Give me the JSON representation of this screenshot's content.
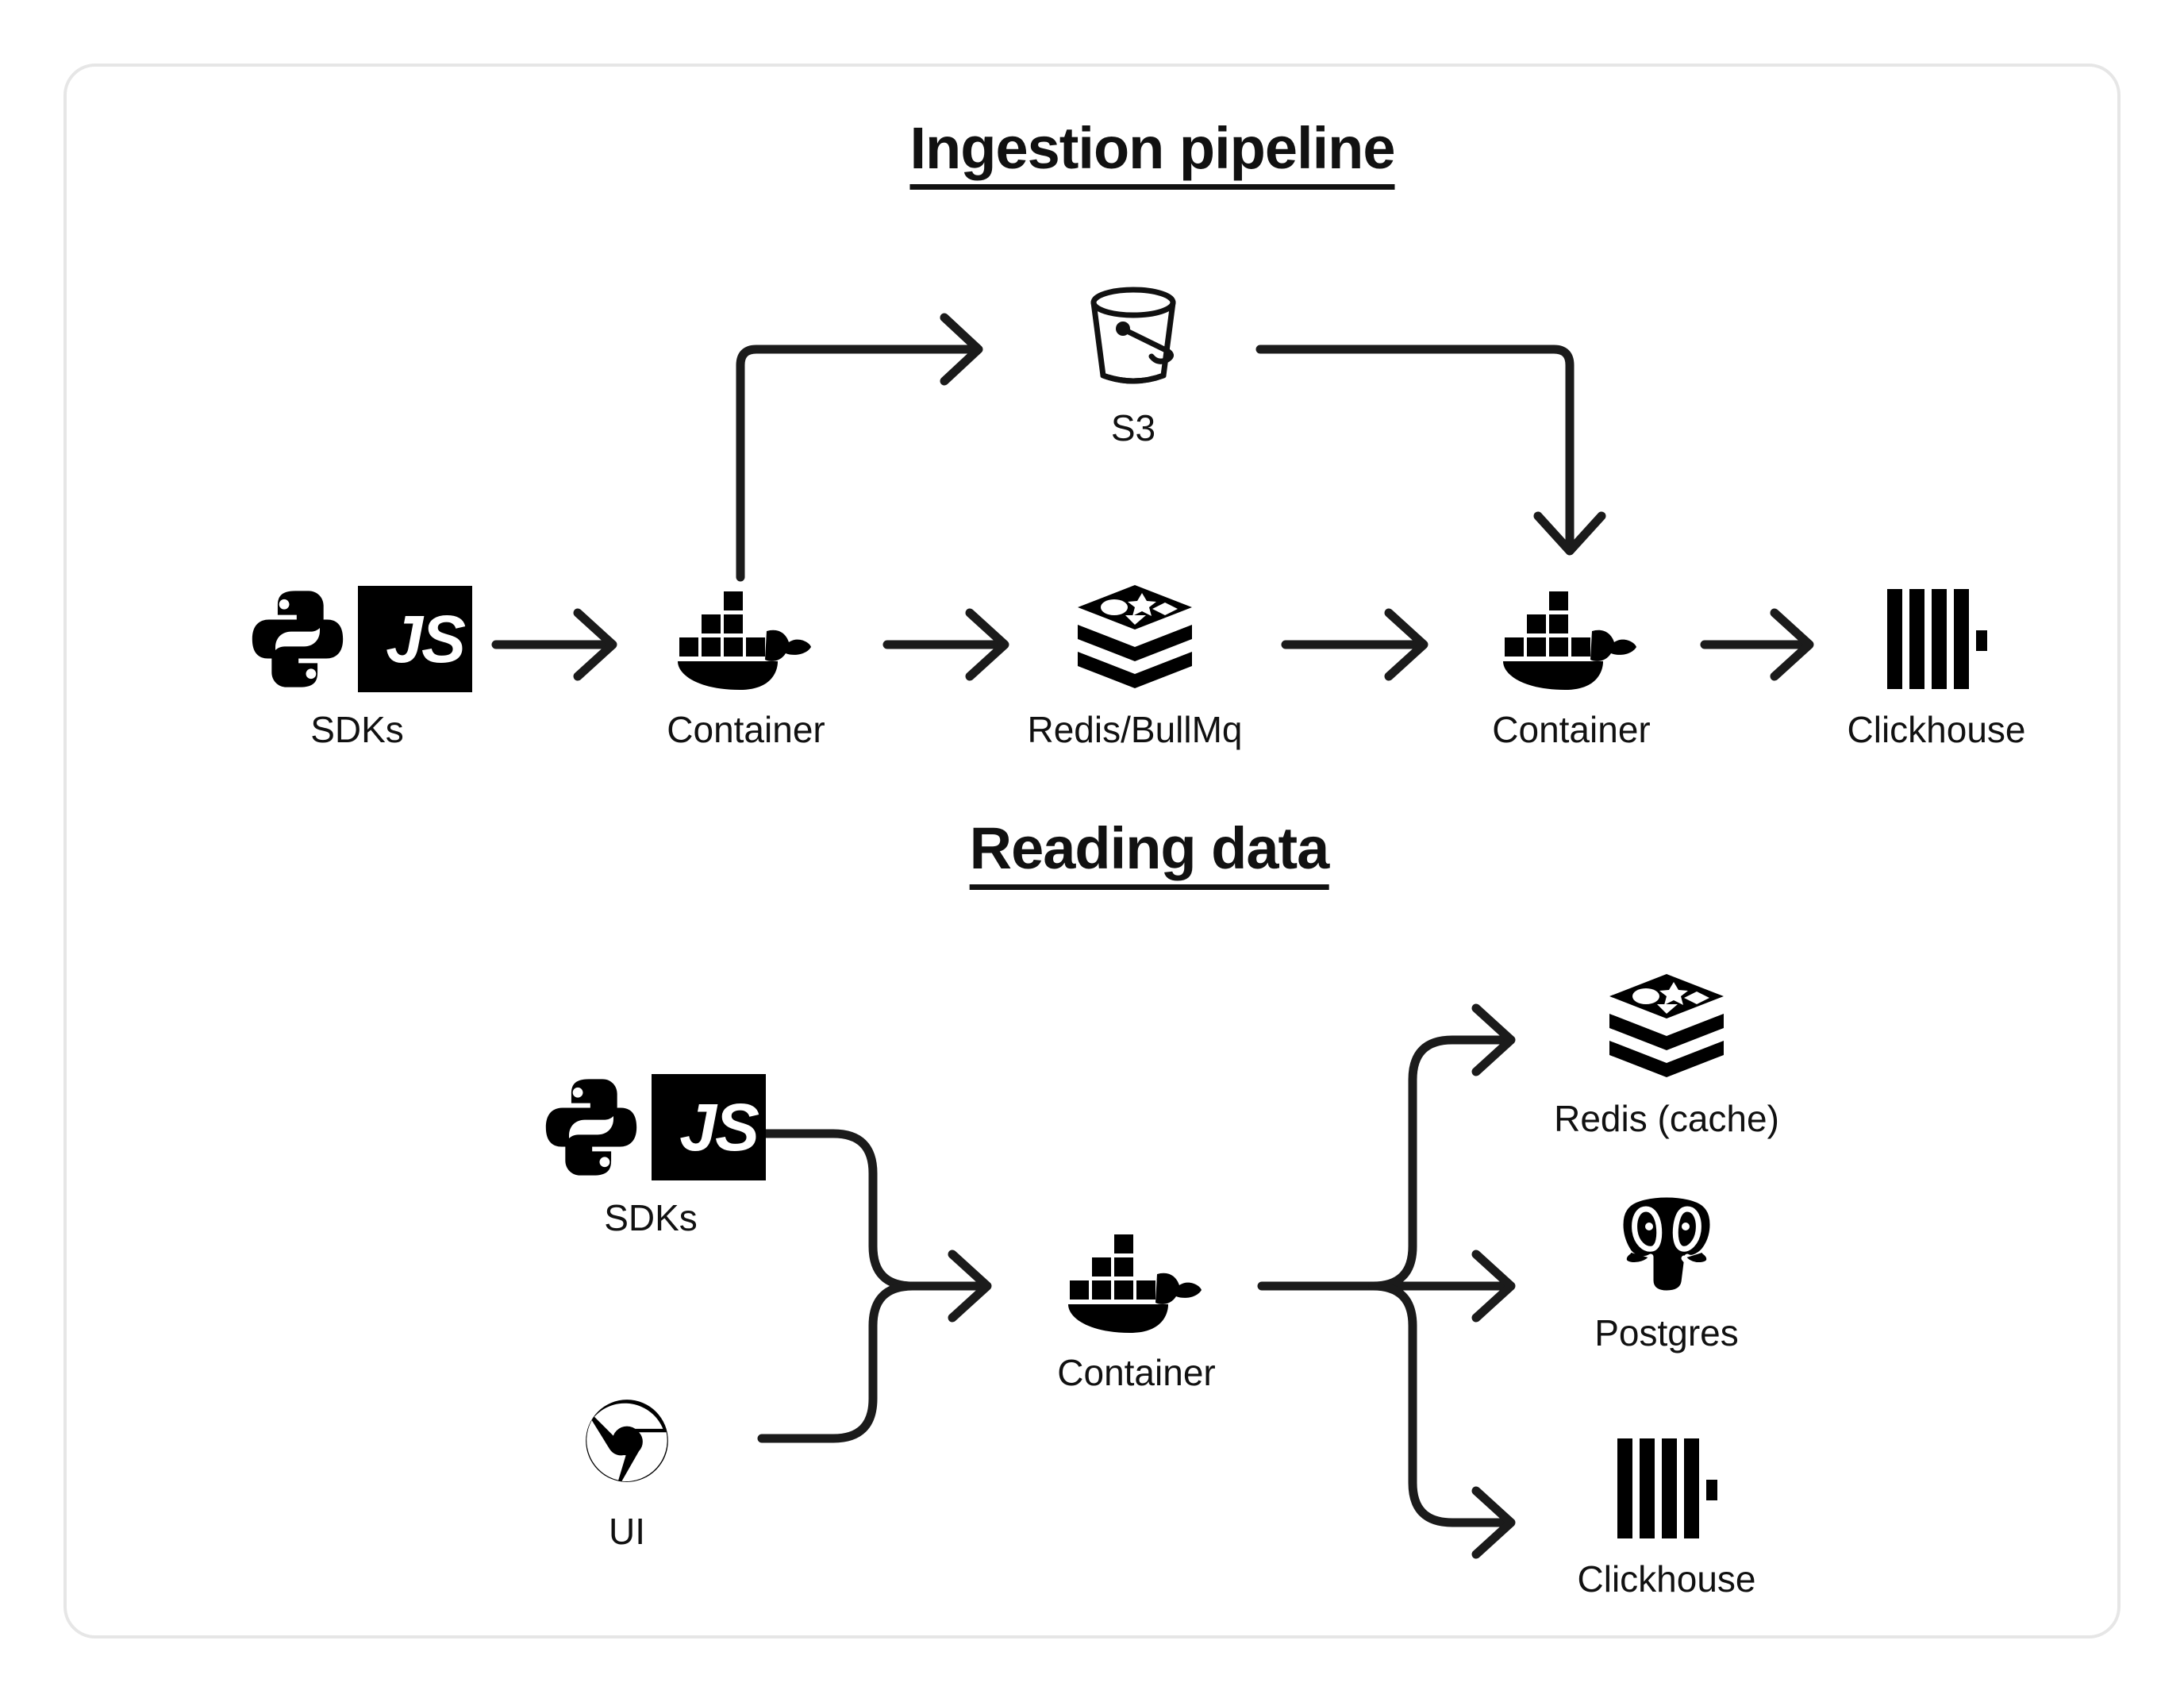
{
  "page": {
    "background": "#ffffff",
    "border_color": "#e6e6e6",
    "ink_color": "#111111"
  },
  "sections": [
    {
      "id": "ingestion",
      "title": "Ingestion pipeline",
      "nodes": [
        {
          "id": "sdks-1",
          "label": "SDKs",
          "icon": "python-js-icon"
        },
        {
          "id": "container-1",
          "label": "Container",
          "icon": "docker-icon"
        },
        {
          "id": "redis-bullmq",
          "label": "Redis/BullMq",
          "icon": "redis-icon"
        },
        {
          "id": "s3",
          "label": "S3",
          "icon": "bucket-icon"
        },
        {
          "id": "container-2",
          "label": "Container",
          "icon": "docker-icon"
        },
        {
          "id": "clickhouse-1",
          "label": "Clickhouse",
          "icon": "clickhouse-icon"
        }
      ]
    },
    {
      "id": "reading",
      "title": "Reading data",
      "nodes": [
        {
          "id": "sdks-2",
          "label": "SDKs",
          "icon": "python-js-icon"
        },
        {
          "id": "ui",
          "label": "UI",
          "icon": "chrome-icon"
        },
        {
          "id": "container-3",
          "label": "Container",
          "icon": "docker-icon"
        },
        {
          "id": "redis-cache",
          "label": "Redis (cache)",
          "icon": "redis-icon"
        },
        {
          "id": "postgres",
          "label": "Postgres",
          "icon": "postgres-icon"
        },
        {
          "id": "clickhouse-2",
          "label": "Clickhouse",
          "icon": "clickhouse-icon"
        }
      ]
    }
  ],
  "js_badge": {
    "text": "JS"
  },
  "flows": {
    "ingestion": [
      "sdks-1 -> container-1",
      "container-1 -> s3",
      "container-1 -> redis-bullmq",
      "s3 -> container-2",
      "redis-bullmq -> container-2",
      "container-2 -> clickhouse-1"
    ],
    "reading": [
      "sdks-2 -> container-3",
      "ui -> container-3",
      "container-3 -> redis-cache",
      "container-3 -> postgres",
      "container-3 -> clickhouse-2"
    ]
  }
}
